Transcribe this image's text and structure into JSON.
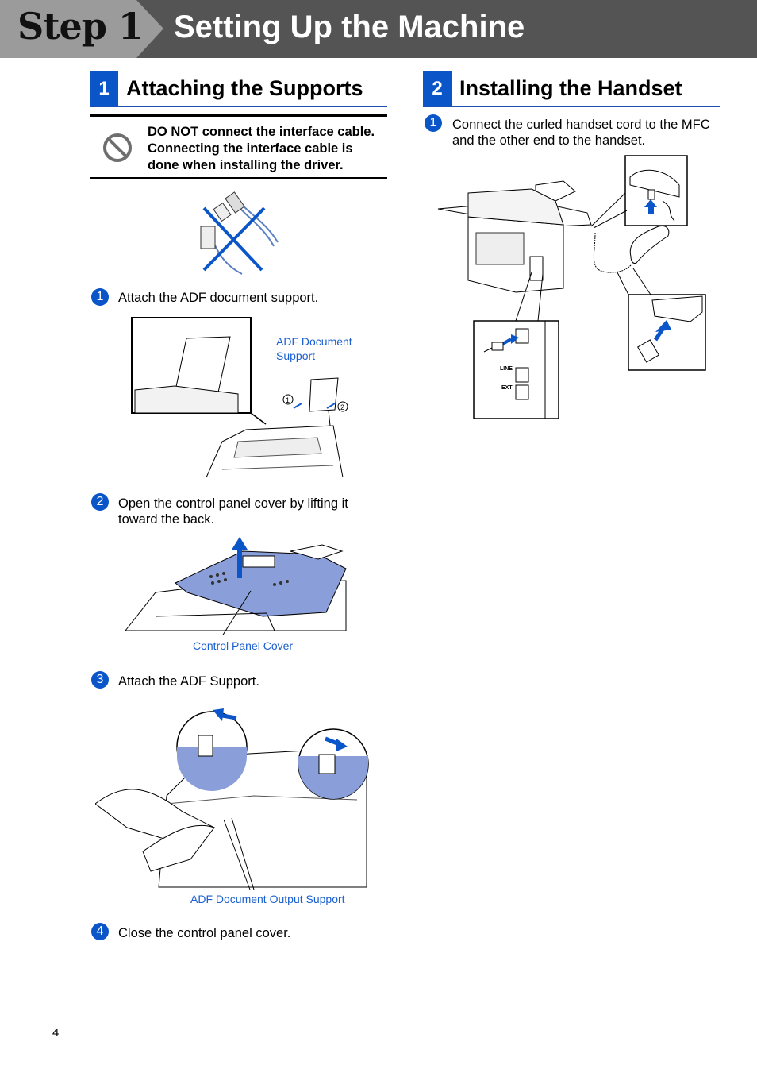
{
  "header": {
    "step_label": "Step 1",
    "title": "Setting Up the Machine"
  },
  "section1": {
    "number": "1",
    "title": "Attaching the Supports",
    "warning": {
      "icon": "prohibited-icon",
      "lines": [
        "DO NOT connect the interface cable.",
        "Connecting the interface cable is",
        "done when installing the driver."
      ]
    },
    "steps": [
      {
        "number": "1",
        "text": "Attach the ADF document support."
      },
      {
        "number": "2",
        "text_lines": [
          "Open the control panel cover by lifting it",
          "toward the back."
        ]
      },
      {
        "number": "3",
        "text": "Attach the ADF Support."
      },
      {
        "number": "4",
        "text": "Close the control panel cover."
      }
    ],
    "callouts": {
      "adf_document_support": [
        "ADF Document",
        "Support"
      ],
      "control_panel_cover": "Control Panel Cover",
      "adf_output_support": "ADF Document Output Support"
    }
  },
  "section2": {
    "number": "2",
    "title": "Installing the Handset",
    "steps": [
      {
        "number": "1",
        "text_lines": [
          "Connect the curled handset cord to the MFC",
          "and the other end to the handset."
        ]
      }
    ],
    "jack_labels": {
      "line": "LINE",
      "ext": "EXT"
    }
  },
  "footer": {
    "page_number": "4"
  },
  "colors": {
    "accent_blue": "#0a55c8",
    "header_gray": "#545454",
    "illustration_blue": "#8a9fd9"
  }
}
